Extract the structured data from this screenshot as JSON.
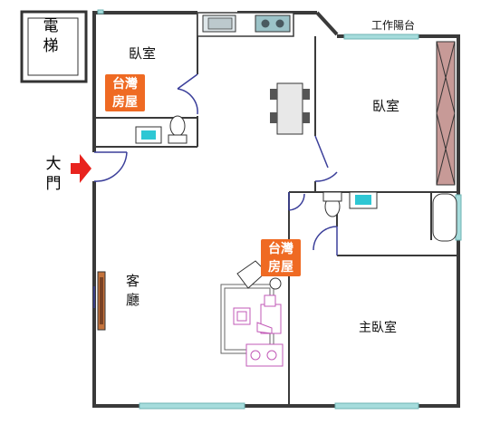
{
  "elevator": {
    "line1": "電",
    "line2": "梯"
  },
  "entrance": {
    "line1": "大",
    "line2": "門"
  },
  "rooms": {
    "bedroom_top_left": "臥室",
    "bedroom_right": "臥室",
    "living_room": "客廳",
    "master_bedroom": "主臥室",
    "balcony": "工作陽台"
  },
  "watermark": {
    "line1": "台灣",
    "line2": "房屋"
  },
  "colors": {
    "wall": "#3a3a3a",
    "window": "#a6dcdc",
    "door": "#3b3f9a",
    "entrance_arrow": "#e8231e",
    "watermark_bg": "#ef6a23",
    "wardrobe": "#c79a97",
    "furniture_outline": "#c25ab7"
  }
}
